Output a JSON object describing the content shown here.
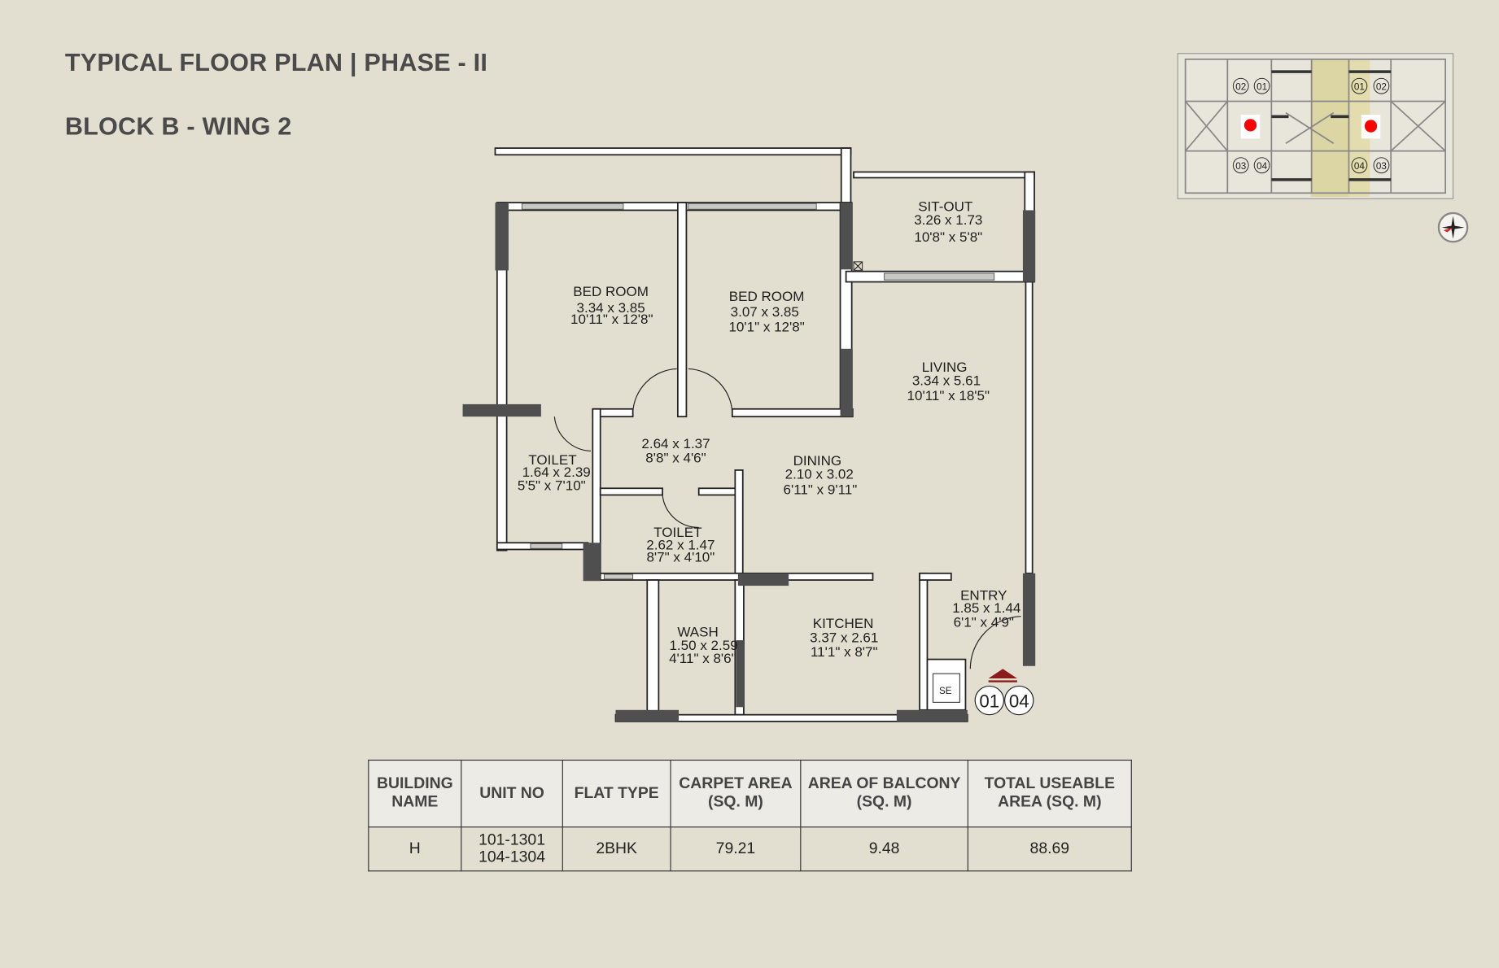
{
  "header": {
    "title": "TYPICAL FLOOR PLAN | PHASE - II",
    "subtitle": "BLOCK B - WING 2"
  },
  "rooms": {
    "sitout": {
      "name": "SIT-OUT",
      "metric": "3.26 x 1.73",
      "imperial": "10'8\" x 5'8\""
    },
    "bed1": {
      "name": "BED ROOM",
      "metric": "3.34 x 3.85",
      "imperial": "10'11\" x 12'8\""
    },
    "bed2": {
      "name": "BED ROOM",
      "metric": "3.07 x 3.85",
      "imperial": "10'1\" x 12'8\""
    },
    "living": {
      "name": "LIVING",
      "metric": "3.34 x 5.61",
      "imperial": "10'11\" x 18'5\""
    },
    "passage": {
      "metric": "2.64 x 1.37",
      "imperial": "8'8\" x 4'6\""
    },
    "dining": {
      "name": "DINING",
      "metric": "2.10 x 3.02",
      "imperial": "6'11\" x 9'11\""
    },
    "toilet1": {
      "name": "TOILET",
      "metric": "1.64 x 2.39",
      "imperial": "5'5\" x 7'10\""
    },
    "toilet2": {
      "name": "TOILET",
      "metric": "2.62 x 1.47",
      "imperial": "8'7\" x 4'10\""
    },
    "wash": {
      "name": "WASH",
      "metric": "1.50 x 2.59",
      "imperial": "4'11\" x 8'6\""
    },
    "kitchen": {
      "name": "KITCHEN",
      "metric": "3.37 x 2.61",
      "imperial": "11'1\" x 8'7\""
    },
    "entry": {
      "name": "ENTRY",
      "metric": "1.85 x 1.44",
      "imperial": "6'1\" x 4'9\""
    },
    "se": "SE"
  },
  "unit_tags": [
    "01",
    "04"
  ],
  "keyplan": {
    "tags_left_top": [
      "02",
      "01"
    ],
    "tags_right_top": [
      "01",
      "02"
    ],
    "tags_left_bottom": [
      "03",
      "04"
    ],
    "tags_right_bottom": [
      "04",
      "03"
    ],
    "highlight_color": "#dcd6a4",
    "marker_color": "#ff0000"
  },
  "table": {
    "headers": [
      [
        "BUILDING",
        "NAME"
      ],
      [
        "UNIT NO",
        ""
      ],
      [
        "FLAT TYPE",
        ""
      ],
      [
        "CARPET AREA",
        "(SQ. M)"
      ],
      [
        "AREA OF BALCONY",
        "(SQ. M)"
      ],
      [
        "TOTAL USEABLE",
        "AREA (SQ. M)"
      ]
    ],
    "row": {
      "building": "H",
      "unit_no": [
        "101-1301",
        "104-1304"
      ],
      "flat_type": "2BHK",
      "carpet_area": "79.21",
      "balcony_area": "9.48",
      "total_area": "88.69"
    }
  }
}
